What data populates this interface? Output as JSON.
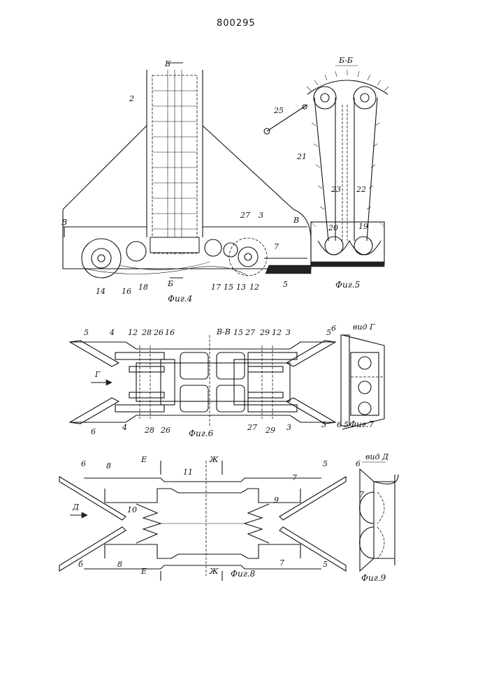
{
  "document": {
    "number": "800295"
  },
  "figures": {
    "fig4": {
      "caption": "Фиг.4",
      "section_mark_top": "Б",
      "section_mark_bottom": "Б",
      "section_mark_left": "В",
      "section_mark_right": "В",
      "labels": [
        "2",
        "27",
        "3",
        "7",
        "14",
        "16",
        "18",
        "17",
        "15",
        "13",
        "12",
        "5"
      ]
    },
    "fig5": {
      "caption": "Фиг.5",
      "section_title": "Б-Б",
      "labels": [
        "25",
        "21",
        "23",
        "22",
        "20",
        "19"
      ]
    },
    "fig6": {
      "caption": "Фиг.6",
      "section_title": "В-В",
      "view_arrow": "Г",
      "labels_top_left": [
        "5",
        "4",
        "12",
        "28",
        "26",
        "16"
      ],
      "labels_top_right": [
        "15",
        "27",
        "29",
        "12",
        "3",
        "5"
      ],
      "labels_bottom_left": [
        "6",
        "4",
        "28",
        "26"
      ],
      "labels_bottom_right": [
        "27",
        "29",
        "3",
        "5"
      ]
    },
    "fig7": {
      "caption": "Фиг.7",
      "view_title": "вид Г",
      "labels": [
        "6",
        "6",
        "5"
      ]
    },
    "fig8": {
      "caption": "Фиг.8",
      "section_mark_e": "Е",
      "section_mark_zh": "Ж",
      "view_arrow": "Д",
      "labels": [
        "6",
        "8",
        "11",
        "7",
        "5",
        "10",
        "9",
        "8",
        "7",
        "5",
        "б"
      ]
    },
    "fig9": {
      "caption": "Фиг.9",
      "view_title": "вид Д",
      "labels": [
        "6",
        "7"
      ]
    }
  },
  "icons": [
    "section-arrow-icon",
    "view-arrow-icon"
  ],
  "colors": {
    "ink": "#111111",
    "paper": "#ffffff"
  }
}
